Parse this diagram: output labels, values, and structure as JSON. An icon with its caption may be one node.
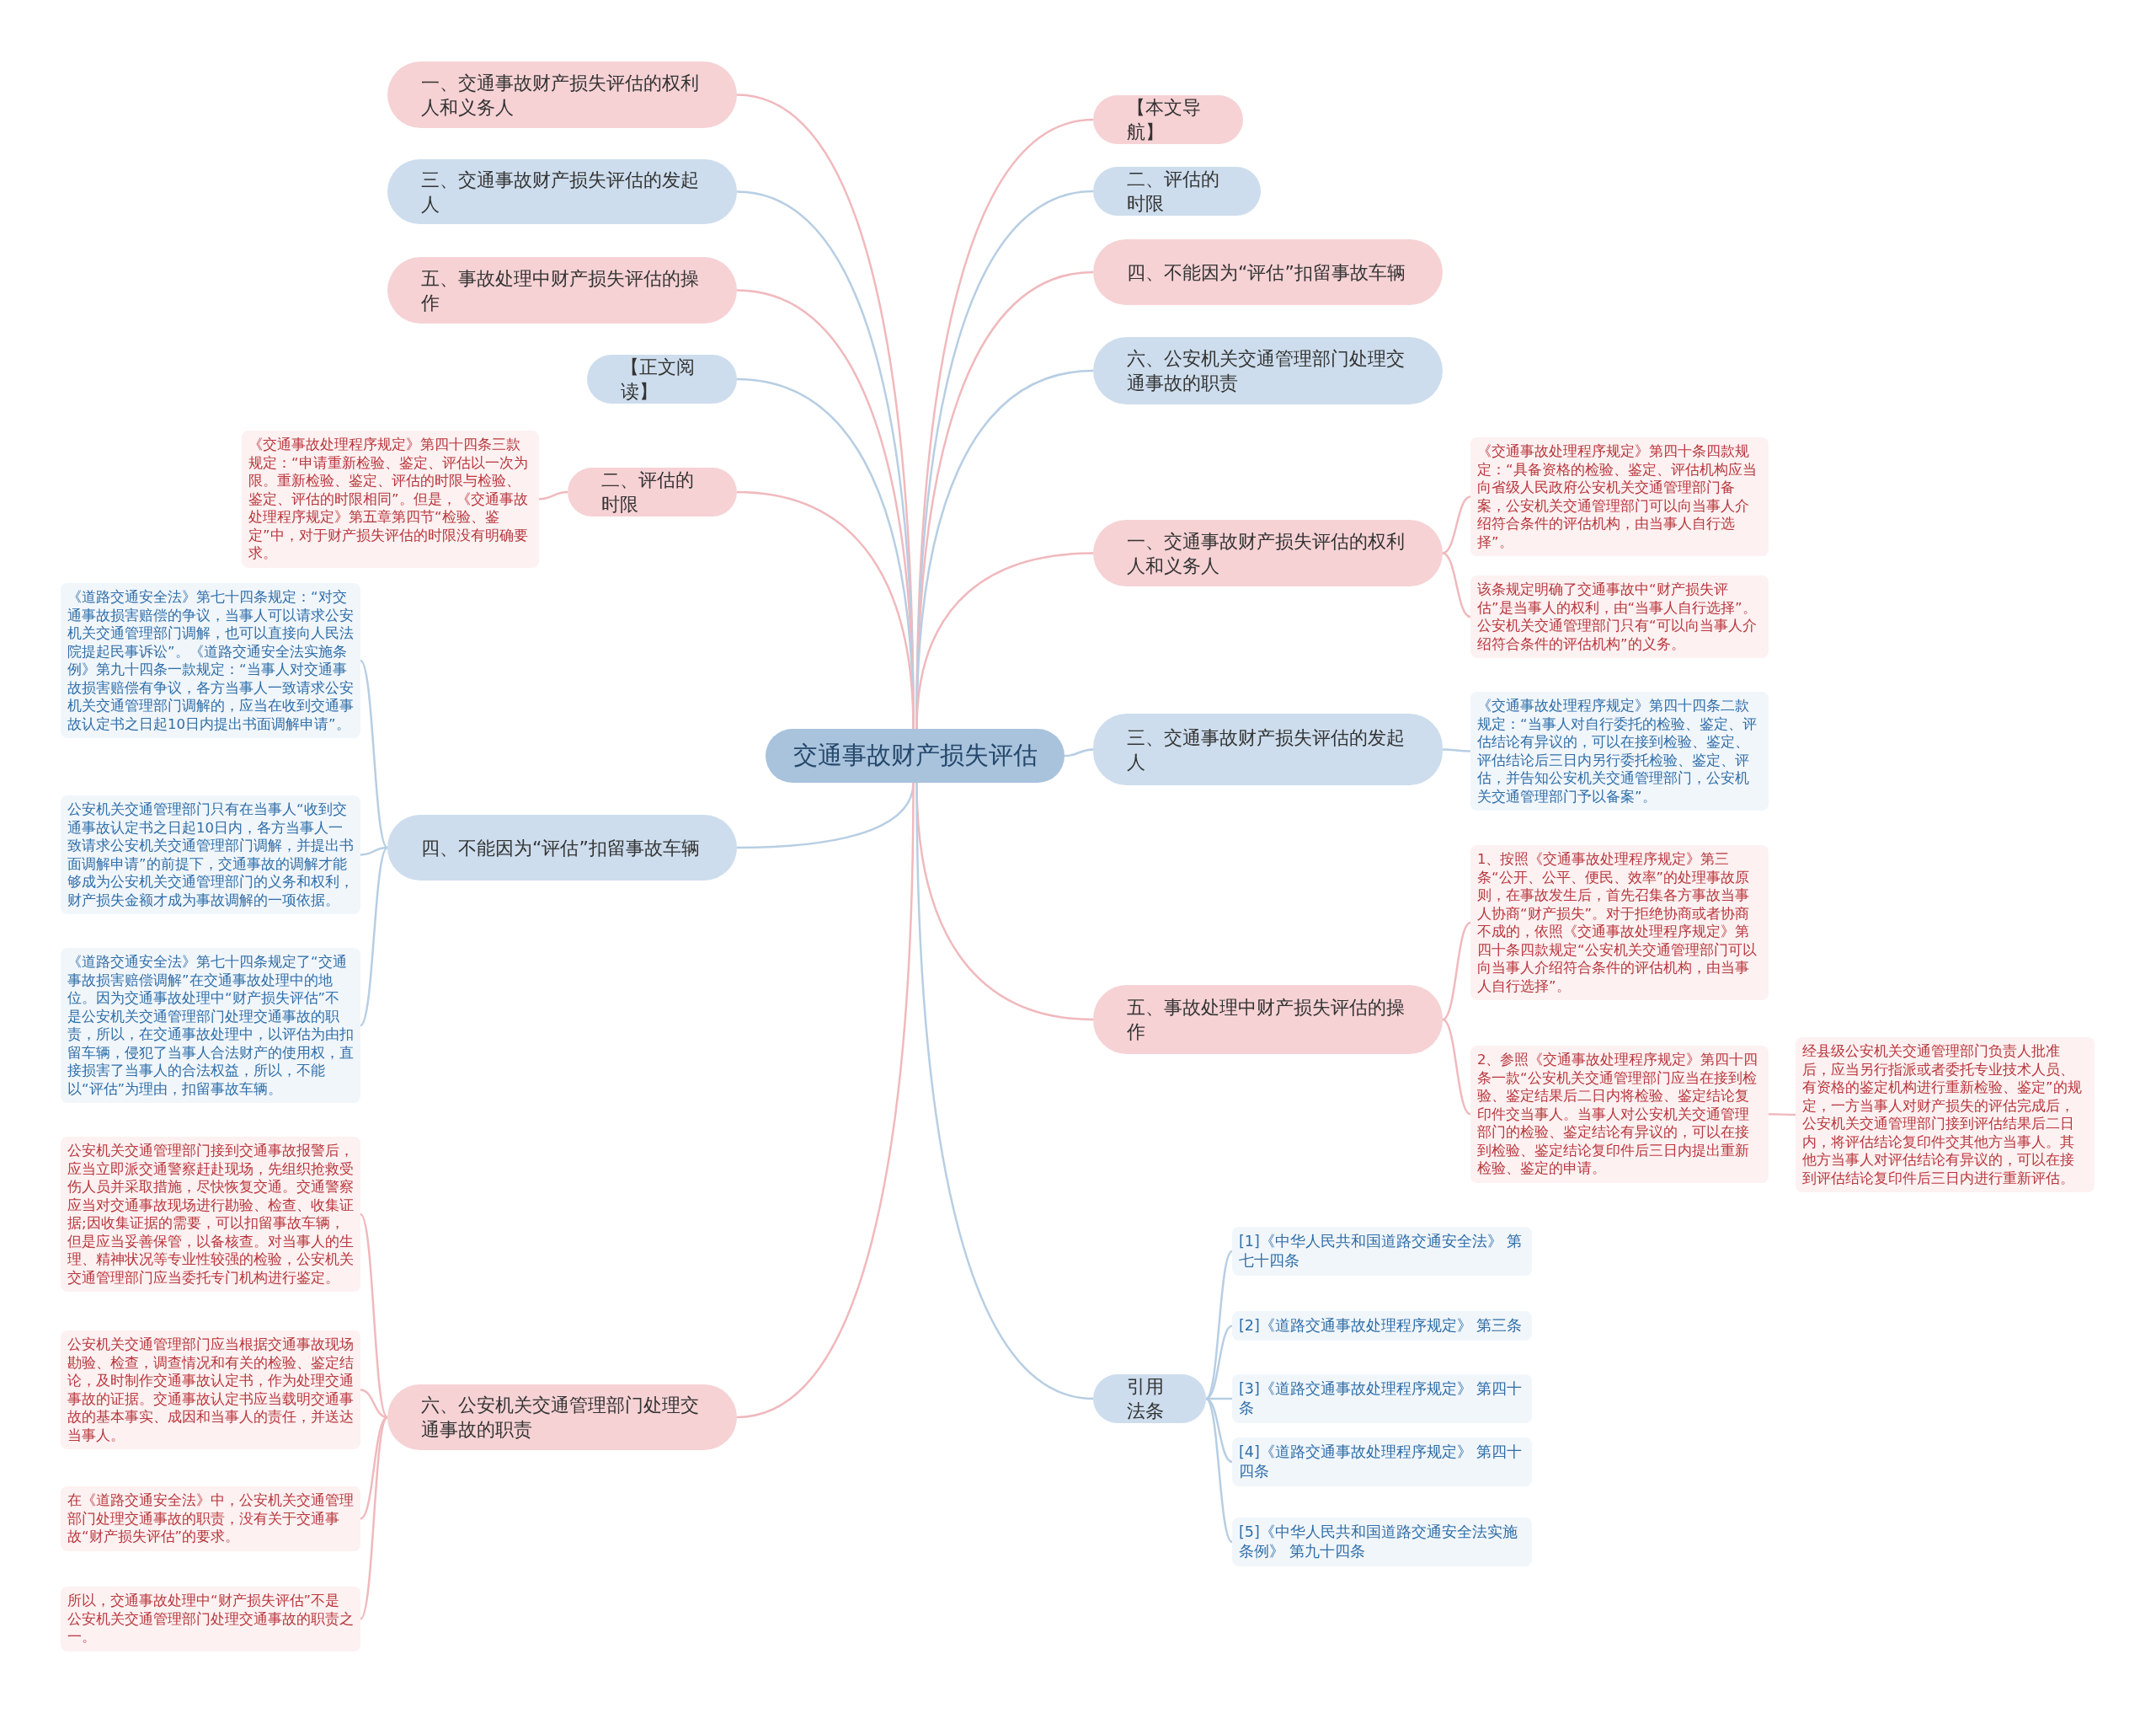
{
  "diagram": {
    "nodes": [
      {
        "text": [
          "交通事故财产损失评估"
        ]
      },
      {
        "text": [
          "一、交通事故财产损失评估的权利人和义务人"
        ]
      },
      {
        "text": [
          "三、交通事故财产损失评估的发起人"
        ]
      },
      {
        "text": [
          "五、事故处理中财产损失评估的操作"
        ]
      },
      {
        "text": [
          "【正文阅读】"
        ]
      },
      {
        "text": [
          "二、评估的时限"
        ]
      },
      {
        "text": [
          "《交通事故处理程序规定》第四十四条三款规定：“申请重新检验、鉴定、评估以一次为限。重新检验、鉴定、评估的时限与检验、鉴定、评估的时限相同”。但是，《交通事故处理程序规定》第五章第四节“检验、鉴定”中，对于财产损失评估的时限没有明确要求。"
        ]
      },
      {
        "text": [
          "四、不能因为“评估”扣留事故车辆"
        ]
      },
      {
        "text": [
          "《道路交通安全法》第七十四条规定：“对交通事故损害赔偿的争议，当事人可以请求公安机关交通管理部门调解，也可以直接向人民法院提起民事诉讼”。《道路交通安全法实施条例》第九十四条一款规定：“当事人对交通事故损害赔偿有争议，各方当事人一致请求公安机关交通管理部门调解的，应当在收到交通事故认定书之日起10日内提出书面调解申请”。"
        ]
      },
      {
        "text": [
          "公安机关交通管理部门只有在当事人“收到交通事故认定书之日起10日内，各方当事人一致请求公安机关交通管理部门调解，并提出书面调解申请”的前提下，交通事故的调解才能够成为公安机关交通管理部门的义务和权利，财产损失金额才成为事故调解的一项依据。"
        ]
      },
      {
        "text": [
          "《道路交通安全法》第七十四条规定了“交通事故损害赔偿调解”在交通事故处理中的地位。因为交通事故处理中“财产损失评估”不是公安机关交通管理部门处理交通事故的职责，所以，在交通事故处理中，以评估为由扣留车辆，侵犯了当事人合法财产的使用权，直接损害了当事人的合法权益，所以，不能以“评估”为理由，扣留事故车辆。"
        ]
      },
      {
        "text": [
          "六、公安机关交通管理部门处理交通事故的职责"
        ]
      },
      {
        "text": [
          "公安机关交通管理部门接到交通事故报警后，应当立即派交通警察赶赴现场，先组织抢救受伤人员并采取措施，尽快恢复交通。交通警察应当对交通事故现场进行勘验、检查、收集证据;因收集证据的需要，可以扣留事故车辆，但是应当妥善保管，以备核查。对当事人的生理、精神状况等专业性较强的检验，公安机关交通管理部门应当委托专门机构进行鉴定。"
        ]
      },
      {
        "text": [
          "公安机关交通管理部门应当根据交通事故现场勘验、检查，调查情况和有关的检验、鉴定结论，及时制作交通事故认定书，作为处理交通事故的证据。交通事故认定书应当载明交通事故的基本事实、成因和当事人的责任，并送达当事人。"
        ]
      },
      {
        "text": [
          "在《道路交通安全法》中，公安机关交通管理部门处理交通事故的职责，没有关于交通事故“财产损失评估”的要求。"
        ]
      },
      {
        "text": [
          "所以，交通事故处理中“财产损失评估”不是公安机关交通管理部门处理交通事故的职责之一。"
        ]
      },
      {
        "text": [
          "【本文导航】"
        ]
      },
      {
        "text": [
          "二、评估的时限"
        ]
      },
      {
        "text": [
          "四、不能因为“评估”扣留事故车辆"
        ]
      },
      {
        "text": [
          "六、公安机关交通管理部门处理交通事故的职责"
        ]
      },
      {
        "text": [
          "一、交通事故财产损失评估的权利人和义务人"
        ]
      },
      {
        "text": [
          "《交通事故处理程序规定》第四十条四款规定：“具备资格的检验、鉴定、评估机构应当向省级人民政府公安机关交通管理部门备案，公安机关交通管理部门可以向当事人介绍符合条件的评估机构，由当事人自行选择”。"
        ]
      },
      {
        "text": [
          "该条规定明确了交通事故中“财产损失评估”是当事人的权利，由“当事人自行选择”。公安机关交通管理部门只有“可以向当事人介绍符合条件的评估机构”的义务。"
        ]
      },
      {
        "text": [
          "三、交通事故财产损失评估的发起人"
        ]
      },
      {
        "text": [
          "《交通事故处理程序规定》第四十四条二款规定：“当事人对自行委托的检验、鉴定、评估结论有异议的，可以在接到检验、鉴定、评估结论后三日内另行委托检验、鉴定、评估，并告知公安机关交通管理部门，公安机关交通管理部门予以备案”。"
        ]
      },
      {
        "text": [
          "五、事故处理中财产损失评估的操作"
        ]
      },
      {
        "text": [
          "1、按照《交通事故处理程序规定》第三条“公开、公平、便民、效率”的处理事故原则，在事故发生后，首先召集各方事故当事人协商“财产损失”。对于拒绝协商或者协商不成的，依照《交通事故处理程序规定》第四十条四款规定“公安机关交通管理部门可以向当事人介绍符合条件的评估机构，由当事人自行选择”。"
        ]
      },
      {
        "text": [
          "2、参照《交通事故处理程序规定》第四十四条一款“公安机关交通管理部门应当在接到检验、鉴定结果后二日内将检验、鉴定结论复印件交当事人。当事人对公安机关交通管理部门的检验、鉴定结论有异议的，可以在接到检验、鉴定结论复印件后三日内提出重新检验、鉴定的申请。"
        ]
      },
      {
        "text": [
          "经县级公安机关交通管理部门负责人批准后，应当另行指派或者委托专业技术人员、有资格的鉴定机构进行重新检验、鉴定”的规定，一方当事人对财产损失的评估完成后，公安机关交通管理部门接到评估结果后二日内，将评估结论复印件交其他方当事人。其他方当事人对评估结论有异议的，可以在接到评估结论复印件后三日内进行重新评估。"
        ]
      },
      {
        "text": [
          "引用法条"
        ]
      },
      {
        "text": [
          "[1]《中华人民共和国道路交通安全法》 第七十四条"
        ]
      },
      {
        "text": [
          "[2]《道路交通事故处理程序规定》 第三条"
        ]
      },
      {
        "text": [
          "[3]《道路交通事故处理程序规定》 第四十条"
        ]
      },
      {
        "text": [
          "[4]《道路交通事故处理程序规定》 第四十四条"
        ]
      },
      {
        "text": [
          "[5]《中华人民共和国道路交通安全法实施条例》 第九十四条"
        ]
      }
    ],
    "edges": [
      {
        "from": 0,
        "to": 1,
        "arrow": "none"
      },
      {
        "from": 0,
        "to": 2,
        "arrow": "none"
      },
      {
        "from": 0,
        "to": 3,
        "arrow": "none"
      },
      {
        "from": 0,
        "to": 4,
        "arrow": "none"
      },
      {
        "from": 0,
        "to": 5,
        "arrow": "none"
      },
      {
        "from": 5,
        "to": 6,
        "arrow": "none"
      },
      {
        "from": 0,
        "to": 7,
        "arrow": "none"
      },
      {
        "from": 7,
        "to": 8,
        "arrow": "none"
      },
      {
        "from": 7,
        "to": 9,
        "arrow": "none"
      },
      {
        "from": 7,
        "to": 10,
        "arrow": "none"
      },
      {
        "from": 0,
        "to": 11,
        "arrow": "none"
      },
      {
        "from": 11,
        "to": 12,
        "arrow": "none"
      },
      {
        "from": 11,
        "to": 13,
        "arrow": "none"
      },
      {
        "from": 11,
        "to": 14,
        "arrow": "none"
      },
      {
        "from": 11,
        "to": 15,
        "arrow": "none"
      },
      {
        "from": 0,
        "to": 16,
        "arrow": "none"
      },
      {
        "from": 0,
        "to": 17,
        "arrow": "none"
      },
      {
        "from": 0,
        "to": 18,
        "arrow": "none"
      },
      {
        "from": 0,
        "to": 19,
        "arrow": "none"
      },
      {
        "from": 0,
        "to": 20,
        "arrow": "none"
      },
      {
        "from": 20,
        "to": 21,
        "arrow": "none"
      },
      {
        "from": 20,
        "to": 22,
        "arrow": "none"
      },
      {
        "from": 0,
        "to": 23,
        "arrow": "none"
      },
      {
        "from": 23,
        "to": 24,
        "arrow": "none"
      },
      {
        "from": 0,
        "to": 25,
        "arrow": "none"
      },
      {
        "from": 25,
        "to": 26,
        "arrow": "none"
      },
      {
        "from": 25,
        "to": 27,
        "arrow": "none"
      },
      {
        "from": 27,
        "to": 28,
        "arrow": "none"
      },
      {
        "from": 0,
        "to": 29,
        "arrow": "none"
      },
      {
        "from": 29,
        "to": 30,
        "arrow": "none"
      },
      {
        "from": 29,
        "to": 31,
        "arrow": "none"
      },
      {
        "from": 29,
        "to": 32,
        "arrow": "none"
      },
      {
        "from": 29,
        "to": 33,
        "arrow": "none"
      },
      {
        "from": 29,
        "to": 34,
        "arrow": "none"
      }
    ]
  }
}
